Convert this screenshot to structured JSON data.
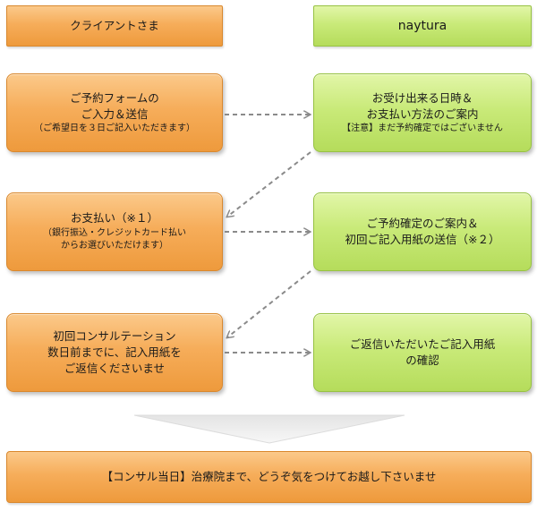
{
  "headers": {
    "client": "クライアントさま",
    "provider": "naytura"
  },
  "left": {
    "step1": {
      "line1": "ご予約フォームの",
      "line2": "ご入力＆送信",
      "note": "（ご希望日を３日ご記入いただきます）"
    },
    "step2": {
      "line1": "お支払い（※１）",
      "note1": "（銀行振込・クレジットカード払い",
      "note2": "からお選びいただけます）"
    },
    "step3": {
      "line1": "初回コンサルテーション",
      "line2": "数日前までに、記入用紙を",
      "line3": "ご返信くださいませ"
    }
  },
  "right": {
    "step1": {
      "line1": "お受け出来る日時＆",
      "line2": "お支払い方法のご案内",
      "note": "【注意】まだ予約確定ではございません"
    },
    "step2": {
      "line1": "ご予約確定のご案内＆",
      "line2": "初回ご記入用紙の送信（※２）"
    },
    "step3": {
      "line1": "ご返信いただいたご記入用紙",
      "line2": "の確認"
    }
  },
  "footer": {
    "text": "【コンサル当日】治療院まで、どうぞ気をつけてお越し下さいませ"
  }
}
